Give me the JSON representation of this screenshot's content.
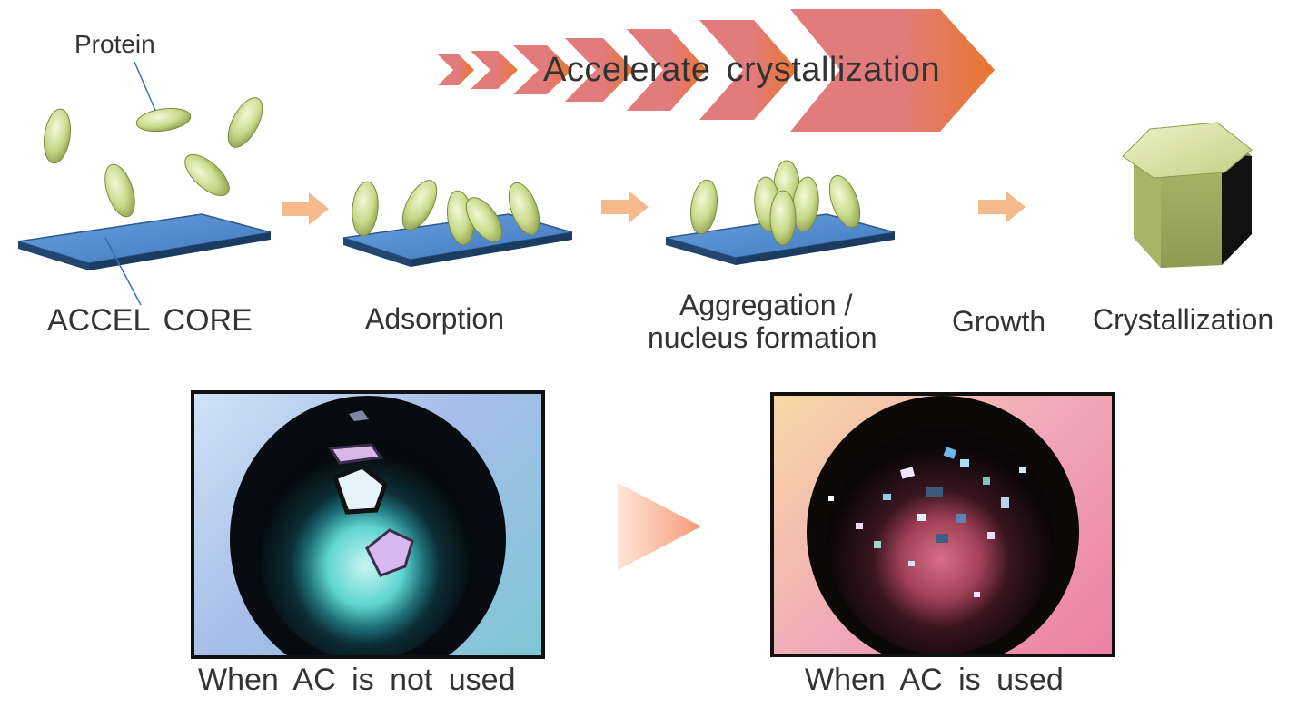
{
  "banner": {
    "text": "Accelerate crystallization"
  },
  "labels": {
    "protein": "Protein",
    "accel_core": "ACCEL CORE",
    "adsorption": "Adsorption",
    "aggregation_line1": "Aggregation /",
    "aggregation_line2": "nucleus formation",
    "growth": "Growth",
    "crystallization": "Crystallization"
  },
  "photos": {
    "without": {
      "caption": "When AC is not used"
    },
    "with": {
      "caption": "When AC is used"
    }
  },
  "colors": {
    "protein": "#c9d98a",
    "plate": "#4a86c8",
    "arrow": "#f6b98c",
    "banner_pink": "#e0787a",
    "banner_orange": "#e8752a",
    "crystal": "#b9c779"
  }
}
